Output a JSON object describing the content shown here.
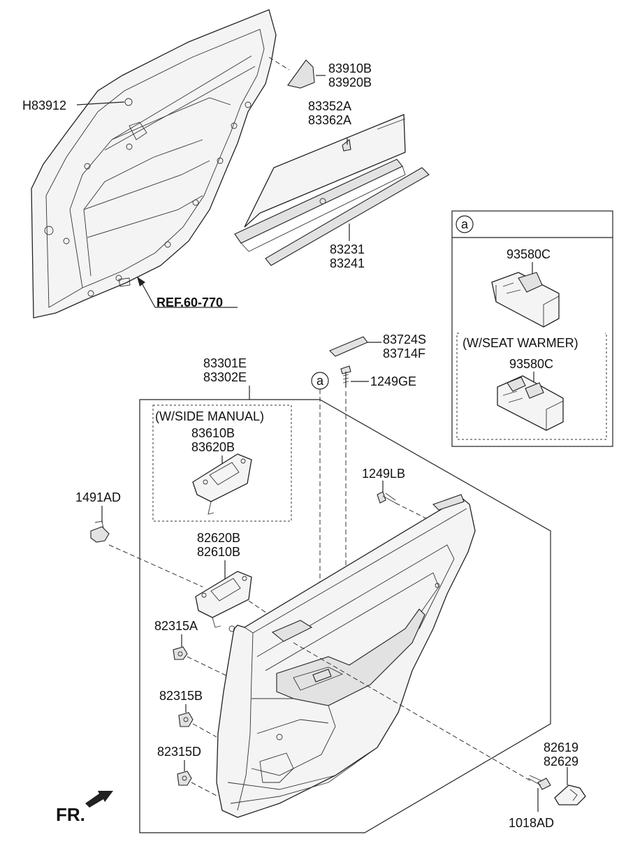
{
  "labels": {
    "p83910B": "83910B",
    "p83920B": "83920B",
    "pH83912": "H83912",
    "p83352A": "83352A",
    "p83362A": "83362A",
    "p83231": "83231",
    "p83241": "83241",
    "ref": "REF.60-770",
    "p83724S": "83724S",
    "p83714F": "83714F",
    "p83301E": "83301E",
    "p83302E": "83302E",
    "p1249GE": "1249GE",
    "sideManual": "(W/SIDE MANUAL)",
    "p83610B": "83610B",
    "p83620B": "83620B",
    "p1491AD": "1491AD",
    "p1249LB": "1249LB",
    "p82620B": "82620B",
    "p82610B": "82610B",
    "p82315A": "82315A",
    "p82315B": "82315B",
    "p82315D": "82315D",
    "p82619": "82619",
    "p82629": "82629",
    "p1018AD": "1018AD",
    "fr": "FR."
  },
  "inset": {
    "marker": "a",
    "p93580C_1": "93580C",
    "seatWarmer": "(W/SEAT WARMER)",
    "p93580C_2": "93580C"
  },
  "callout": {
    "marker": "a"
  }
}
